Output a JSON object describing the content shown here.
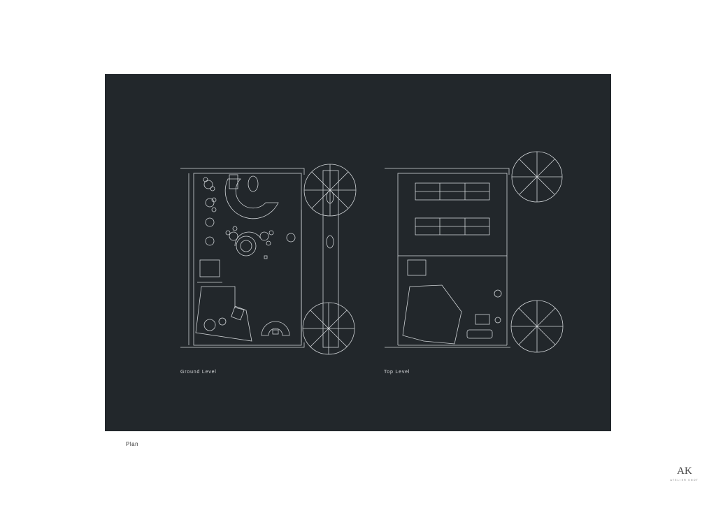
{
  "plans": [
    {
      "label": "Ground Level"
    },
    {
      "label": "Top Level"
    }
  ],
  "caption": "Plan",
  "logo": {
    "monogram": "AK",
    "text": "ATELIER KNOT"
  },
  "colors": {
    "panel": "#22272b",
    "linework": "#cfd3d6",
    "page": "#ffffff"
  }
}
